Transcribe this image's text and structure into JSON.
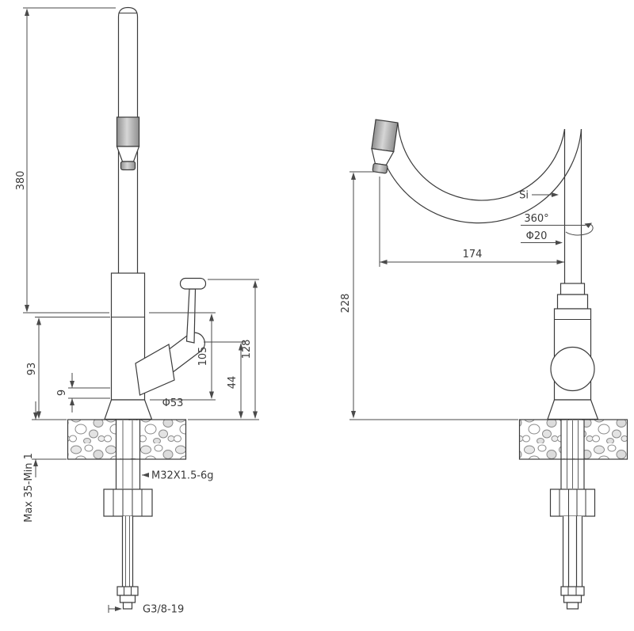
{
  "drawing": {
    "front": {
      "height_total": "380",
      "body_height": "93",
      "base_step": "9",
      "handle_height": "105",
      "spout_height": "128",
      "outlet_height": "44",
      "base_diameter": "Φ53",
      "mount_thread": "M32X1.5-6g",
      "deck_thickness": "Max 35-Min 1",
      "supply_thread": "G3/8-19"
    },
    "side": {
      "tip_to_deck": "228",
      "spout_reach": "174",
      "spray_marker": "Si",
      "swivel_angle": "360°",
      "pipe_diameter": "Φ20"
    }
  }
}
